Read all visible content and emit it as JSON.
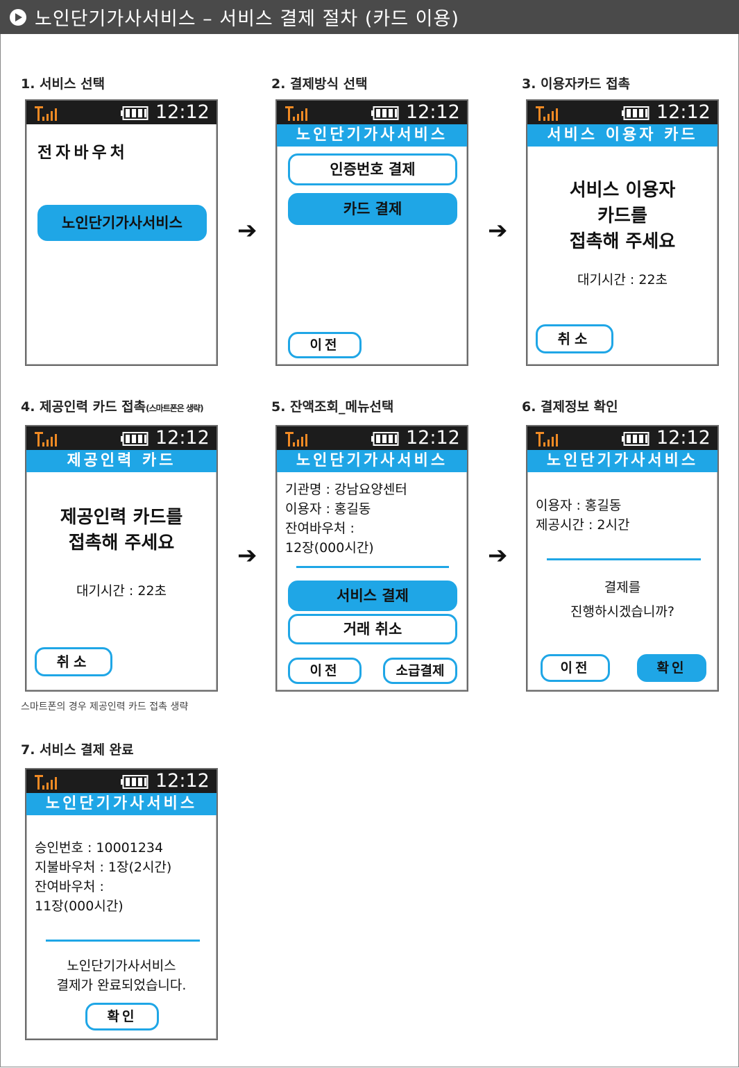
{
  "header": {
    "title": "노인단기가사서비스 – 서비스 결제 절차 (카드 이용)"
  },
  "status": {
    "time": "12:12"
  },
  "arrow": "➔",
  "steps": {
    "s1": {
      "title": "1. 서비스 선택",
      "label": "전자바우처",
      "button": "노인단기가사서비스"
    },
    "s2": {
      "title": "2. 결제방식 선택",
      "bar": "노인단기가사서비스",
      "btn_auth": "인증번호 결제",
      "btn_card": "카드 결제",
      "btn_prev": "이전"
    },
    "s3": {
      "title": "3. 이용자카드 접촉",
      "bar": "서비스 이용자 카드",
      "msg1": "서비스 이용자",
      "msg2": "카드를",
      "msg3": "접촉해 주세요",
      "wait": "대기시간 : 22초",
      "btn_cancel": "취소"
    },
    "s4": {
      "title": "4. 제공인력 카드 접촉",
      "title_small": "(스마트폰은 생략)",
      "bar": "제공인력 카드",
      "msg1": "제공인력 카드를",
      "msg2": "접촉해 주세요",
      "wait": "대기시간 : 22초",
      "btn_cancel": "취소",
      "note": "스마트폰의 경우 제공인력 카드 접촉 생략"
    },
    "s5": {
      "title": "5. 잔액조회_메뉴선택",
      "bar": "노인단기가사서비스",
      "line1": "기관명 : 강남요양센터",
      "line2": "이용자 : 홍길동",
      "line3": "잔여바우처 :",
      "line4": "12장(000시간)",
      "btn_pay": "서비스 결제",
      "btn_cancel": "거래 취소",
      "btn_prev": "이전",
      "btn_retro": "소급결제"
    },
    "s6": {
      "title": "6. 결제정보 확인",
      "bar": "노인단기가사서비스",
      "line1": "이용자 : 홍길동",
      "line2": "제공시간 : 2시간",
      "q1": "결제를",
      "q2": "진행하시겠습니까?",
      "btn_prev": "이전",
      "btn_ok": "확인"
    },
    "s7": {
      "title": "7. 서비스 결제 완료",
      "bar": "노인단기가사서비스",
      "line1": "승인번호 : 10001234",
      "line2": "지불바우처 : 1장(2시간)",
      "line3": "잔여바우처 :",
      "line4": "11장(000시간)",
      "done1": "노인단기가사서비스",
      "done2": "결제가 완료되었습니다.",
      "btn_ok": "확인"
    }
  },
  "colors": {
    "accent": "#1fa6e6",
    "header_bg": "#4a4a4a",
    "status_bg": "#1c1c1c"
  },
  "icons": {
    "signal": "signal-bars-icon",
    "battery": "battery-icon",
    "arrow": "right-arrow-icon"
  }
}
